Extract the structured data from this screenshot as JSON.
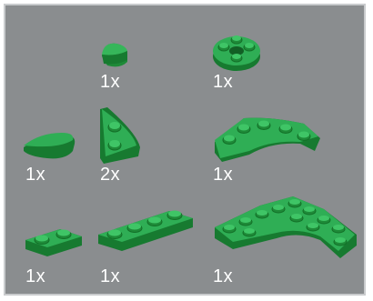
{
  "inventory": {
    "background_color": "#8a8d8f",
    "part_color": "#1f9a3f",
    "parts": [
      {
        "icon": "quarter-round-tile-icon",
        "qty": "1x"
      },
      {
        "icon": "round-plate-icon",
        "qty": "1x"
      },
      {
        "icon": "half-round-plate-icon",
        "qty": "1x"
      },
      {
        "icon": "wedge-plate-icon",
        "qty": "2x"
      },
      {
        "icon": "curved-plate-icon",
        "qty": "1x"
      },
      {
        "icon": "plate-1x2-icon",
        "qty": "1x"
      },
      {
        "icon": "plate-1x4-icon",
        "qty": "1x"
      },
      {
        "icon": "large-curved-plate-icon",
        "qty": "1x"
      }
    ]
  }
}
